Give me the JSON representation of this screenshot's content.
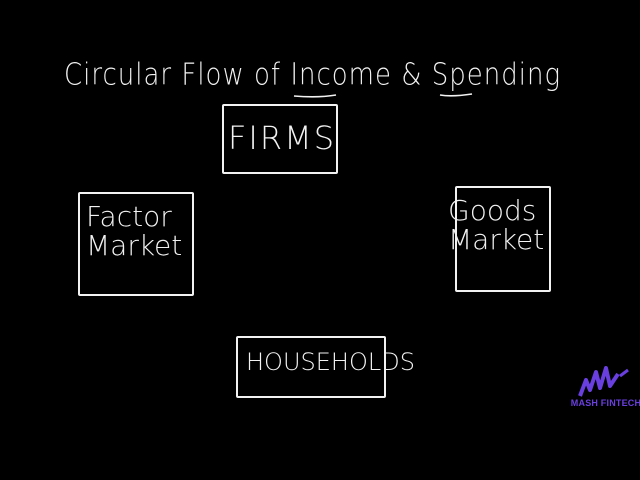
{
  "diagram": {
    "title": "Circular Flow of Income & Spending",
    "nodes": [
      {
        "id": "firms",
        "label": "FIRMS"
      },
      {
        "id": "factor-market",
        "label": "Factor Market"
      },
      {
        "id": "goods-market",
        "label": "Goods Market"
      },
      {
        "id": "households",
        "label": "HOUSEHOLDS"
      }
    ]
  },
  "logo": {
    "text": "MASH FINTECH",
    "color": "#6a3fe0"
  },
  "colors": {
    "background": "#000000",
    "ink": "#f2f2f2"
  }
}
